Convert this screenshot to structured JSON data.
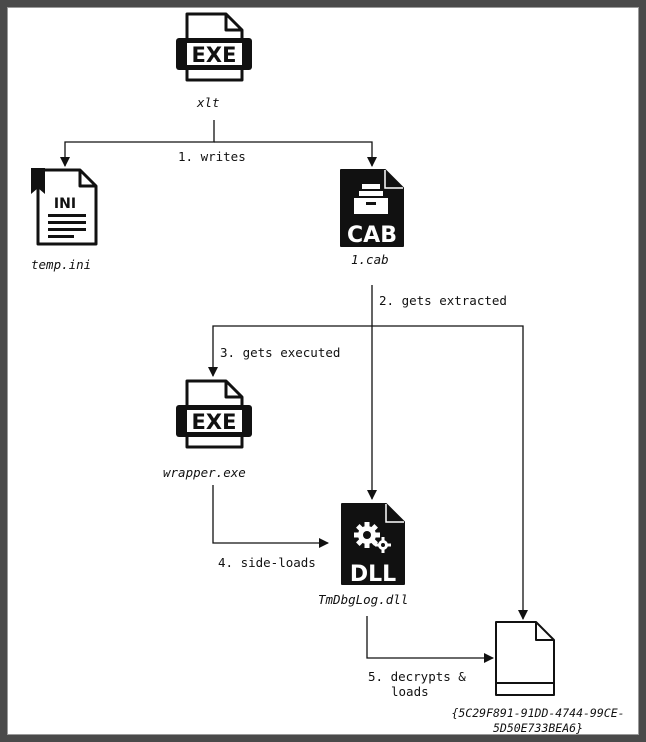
{
  "nodes": {
    "xlt": {
      "icon": "exe-file-icon",
      "icon_text": "EXE",
      "label": "xlt"
    },
    "temp_ini": {
      "icon": "ini-file-icon",
      "icon_text": "INI",
      "label": "temp.ini"
    },
    "cab": {
      "icon": "cab-file-icon",
      "icon_text": "CAB",
      "label": "1.cab"
    },
    "wrapper": {
      "icon": "exe-file-icon",
      "icon_text": "EXE",
      "label": "wrapper.exe"
    },
    "dll": {
      "icon": "dll-file-icon",
      "icon_text": "DLL",
      "label": "TmDbgLog.dll"
    },
    "payload": {
      "icon": "blank-file-icon",
      "label_line1": "{5C29F891-91DD-4744-99CE-",
      "label_line2": "5D50E733BEA6}"
    }
  },
  "edges": {
    "writes": "1. writes",
    "extracted": "2. gets extracted",
    "executed": "3. gets executed",
    "sideloads": "4. side-loads",
    "decrypts_line1": "5. decrypts &",
    "decrypts_line2": "loads"
  },
  "colors": {
    "ink": "#111111",
    "frame": "#4a4a4a",
    "paper": "#ffffff"
  }
}
